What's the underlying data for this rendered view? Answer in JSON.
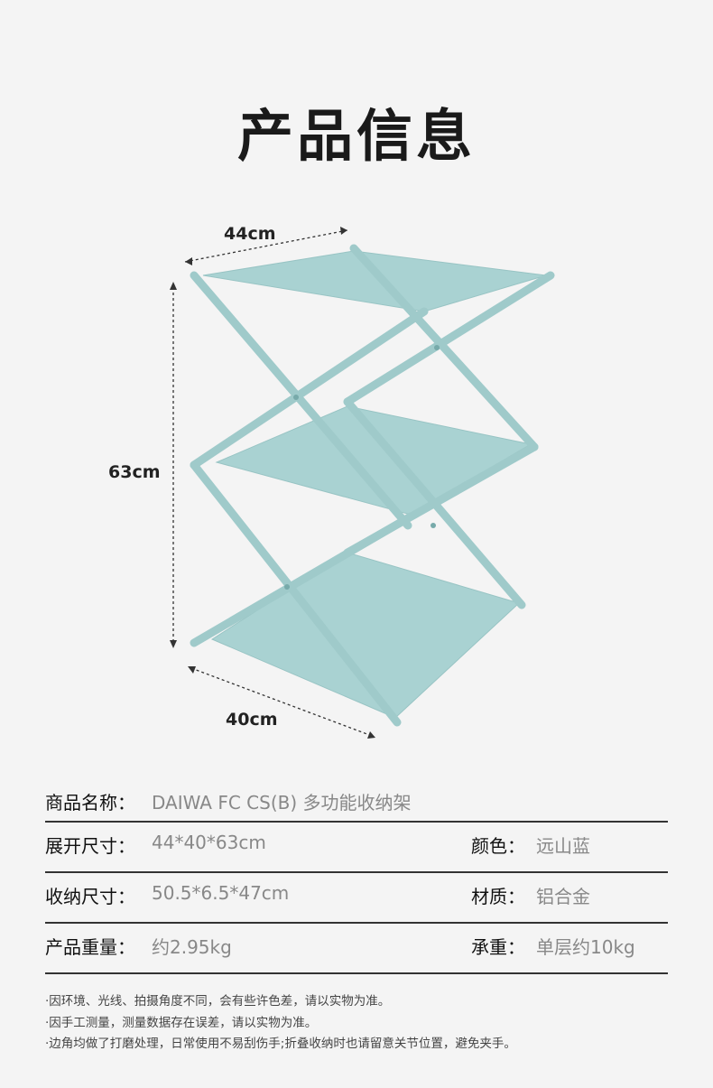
{
  "title": "产品信息",
  "dimensions": {
    "width": "44cm",
    "height": "63cm",
    "depth": "40cm"
  },
  "colors": {
    "rack": "#a9d2d2",
    "rack_dark": "#8ebdbd",
    "divider": "#333333"
  },
  "specs": {
    "name": {
      "label": "商品名称：",
      "value": "DAIWA FC CS(B) 多功能收纳架"
    },
    "rows": [
      {
        "left_label": "展开尺寸：",
        "left_value": "44*40*63cm",
        "right_label": "颜色：",
        "right_value": "远山蓝"
      },
      {
        "left_label": "收纳尺寸：",
        "left_value": "50.5*6.5*47cm",
        "right_label": "材质：",
        "right_value": "铝合金"
      },
      {
        "left_label": "产品重量：",
        "left_value": "约2.95kg",
        "right_label": "承重：",
        "right_value": "单层约10kg"
      }
    ]
  },
  "notes": [
    "·因环境、光线、拍摄角度不同，会有些许色差，请以实物为准。",
    "·因手工测量，测量数据存在误差，请以实物为准。",
    "·边角均做了打磨处理，日常使用不易刮伤手;折叠收纳时也请留意关节位置，避免夹手。"
  ]
}
